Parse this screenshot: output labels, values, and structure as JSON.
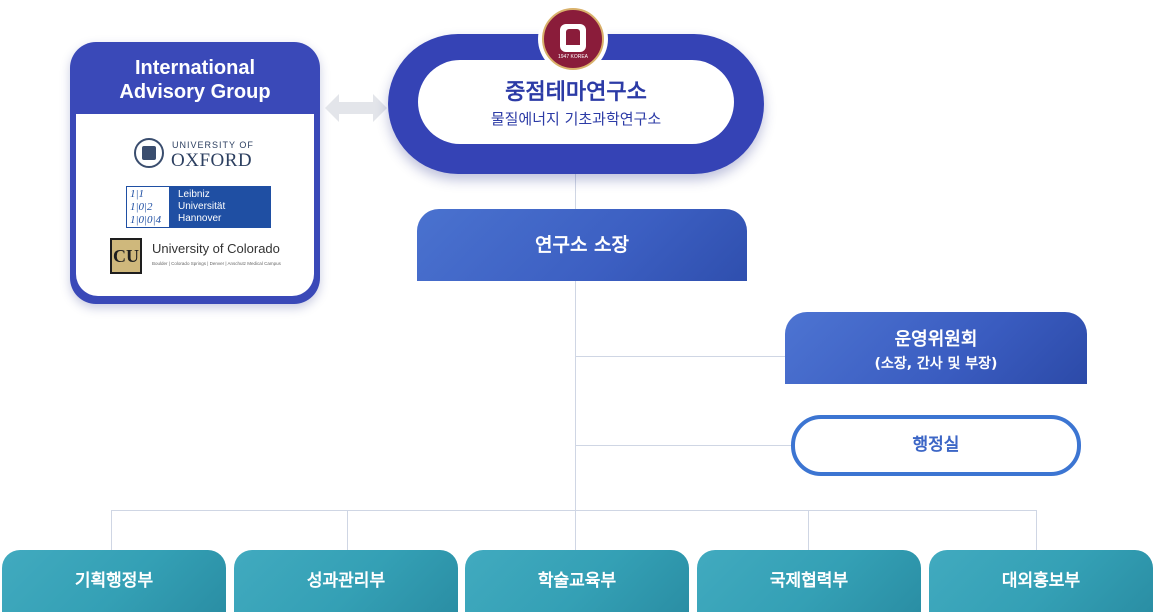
{
  "advisory": {
    "title_line1": "International",
    "title_line2": "Advisory Group",
    "oxford_small": "UNIVERSITY OF",
    "oxford_big": "OXFORD",
    "leibniz_mark": "1|1\n1|0|2\n1|0|0|4",
    "leibniz_text": "Leibniz\nUniversität\nHannover",
    "colorado_name": "University of Colorado",
    "colorado_sub": "Boulder | Colorado Springs | Denver | Anschutz Medical Campus"
  },
  "top": {
    "title": "중점테마연구소",
    "subtitle": "물질에너지 기초과학연구소",
    "emblem_year": "1947 KOREA"
  },
  "director": {
    "label": "연구소 소장"
  },
  "committee": {
    "title": "운영위원회",
    "subtitle": "(소장, 간사 및 부장)"
  },
  "admin": {
    "label": "행정실"
  },
  "departments": [
    {
      "label": "기획행정부"
    },
    {
      "label": "성과관리부"
    },
    {
      "label": "학술교육부"
    },
    {
      "label": "국제협력부"
    },
    {
      "label": "대외홍보부"
    }
  ],
  "colors": {
    "navy": "#3543b5",
    "blue": "#3c5fc2",
    "teal": "#34a0b5",
    "emblem": "#8a1c3a"
  }
}
